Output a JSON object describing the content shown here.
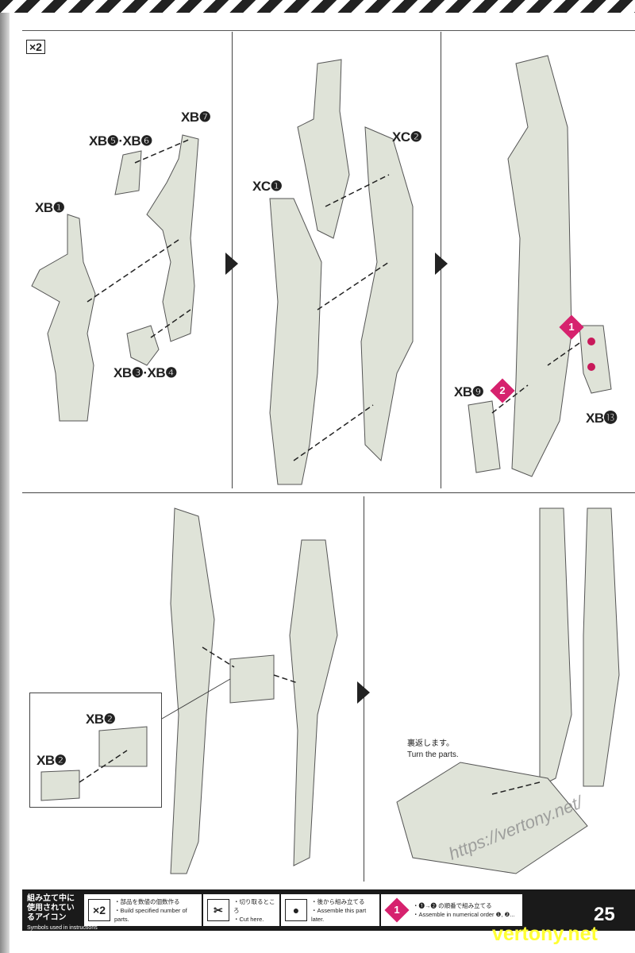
{
  "multiplier_badge": "×2",
  "labels": {
    "xb7": "XB❼",
    "xb5_6": "XB❺·XB❻",
    "xb1": "XB❶",
    "xb3_4": "XB❸·XB❹",
    "xc1": "XC❶",
    "xc2": "XC❷",
    "xb9": "XB❾",
    "xb13": "XB⓭",
    "xb2_a": "XB❷",
    "xb2_b": "XB❷"
  },
  "steps": [
    "1",
    "2"
  ],
  "note": {
    "jp": "裏返します。",
    "en": "Turn the parts."
  },
  "legend": {
    "title_jp": "組み立て中に使用されているアイコン",
    "title_en": "Symbols used in instructions",
    "items": [
      {
        "icon": "×2",
        "jp": "・部品を数値の個数作る",
        "en": "・Build specified number of parts."
      },
      {
        "icon": "cutter",
        "jp": "・切り取るところ",
        "en": "・Cut here."
      },
      {
        "icon": "later",
        "jp": "・後から組み立てる",
        "en": "・Assemble this part later."
      },
      {
        "icon": "1",
        "jp": "・❶→❷ の順番で組み立てる",
        "en": "・Assemble in numerical order ❶, ❷..."
      }
    ]
  },
  "page_number": "25",
  "watermark": {
    "site": "vertony.net",
    "url": "https://vertony.net/"
  },
  "colors": {
    "accent": "#d6226e",
    "part": "#dfe3d8",
    "bar": "#1a1a1a"
  }
}
